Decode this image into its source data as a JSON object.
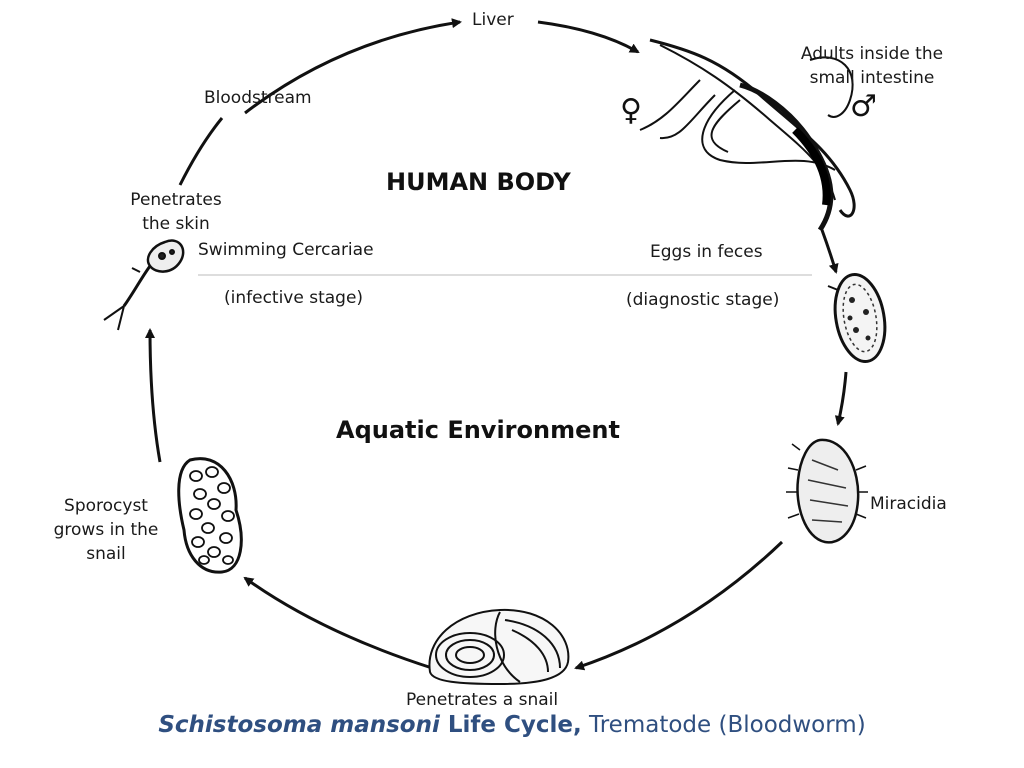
{
  "labels": {
    "liver": "Liver",
    "bloodstream": "Bloodstream",
    "adults_line1": "Adults inside the",
    "adults_line2": "small intestine",
    "penetrates_skin_line1": "Penetrates",
    "penetrates_skin_line2": "the skin",
    "swimming_cercariae": "Swimming Cercariae",
    "infective_stage": "(infective stage)",
    "eggs_in_feces": "Eggs in feces",
    "diagnostic_stage": "(diagnostic stage)",
    "human_body": "HUMAN BODY",
    "aquatic_environment": "Aquatic Environment",
    "miracidia": "Miracidia",
    "sporocyst_line1": "Sporocyst",
    "sporocyst_line2": "grows in the",
    "sporocyst_line3": "snail",
    "penetrates_snail": "Penetrates a snail"
  },
  "symbols": {
    "female": "♀",
    "male": "♂"
  },
  "caption": {
    "species": "Schistosoma mansoni",
    "life_cycle": " Life Cycle,",
    "rest": " Trematode (Bloodworm)"
  },
  "colors": {
    "caption": "#2f4f80",
    "arrows": "#111111",
    "divider": "#bbbbbb"
  }
}
